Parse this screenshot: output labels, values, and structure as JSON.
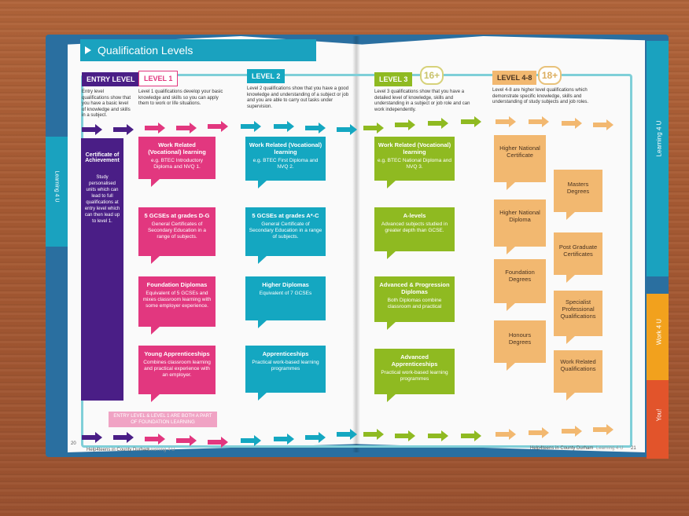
{
  "header": {
    "title": "Qualification Levels"
  },
  "levels": {
    "entry": {
      "label": "ENTRY LEVEL",
      "desc": "Entry level qualifications show that you have a basic level of knowledge and skills in a subject."
    },
    "l1": {
      "label": "LEVEL 1",
      "desc": "Level 1 qualifications develop your basic knowledge and skills so you can apply them to work or life situations."
    },
    "l2": {
      "label": "LEVEL 2",
      "desc": "Level 2 qualifications show that you have a good knowledge and understanding of a subject or job and you are able to carry out tasks under supervision."
    },
    "l3": {
      "label": "LEVEL 3",
      "age": "16+",
      "desc": "Level 3 qualifications show that you have a detailed level of knowledge, skills and understanding in a subject or job role and can work independently."
    },
    "l48": {
      "label": "LEVEL 4-8",
      "age": "18+",
      "desc": "Level 4-8 are higher level qualifications which demonstrate specific knowledge, skills and understanding of study subjects and job roles."
    }
  },
  "entry_col": {
    "title": "Certificate of Achievement",
    "desc": "Study personalised units which can lead to full qualifications at entry level which can then lead up to level 1."
  },
  "level1": [
    {
      "h": "Work Related (Vocational) learning",
      "d": "e.g. BTEC Introductory Diploma and NVQ 1."
    },
    {
      "h": "5 GCSEs at grades D-G",
      "d": "General Certificates of Secondary Education in a range of subjects."
    },
    {
      "h": "Foundation Diplomas",
      "d": "Equivalent of 5 GCSEs and mixes classroom learning with some employer experience."
    },
    {
      "h": "Young Apprenticeships",
      "d": "Combines classroom learning and practical experience with an employer."
    }
  ],
  "level2": [
    {
      "h": "Work Related (Vocational) learning",
      "d": "e.g. BTEC First Diploma and NVQ 2."
    },
    {
      "h": "5 GCSEs at grades A*-C",
      "d": "General Certificate of Secondary Education in a range of subjects."
    },
    {
      "h": "Higher Diplomas",
      "d": "Equivalent of 7 GCSEs"
    },
    {
      "h": "Apprenticeships",
      "d": "Practical work-based learning programmes"
    }
  ],
  "level3": [
    {
      "h": "Work Related (Vocational) learning",
      "d": "e.g. BTEC National Diploma and NVQ 3."
    },
    {
      "h": "A-levels",
      "d": "Advanced subjects studied in greater depth than GCSE."
    },
    {
      "h": "Advanced & Progression Diplomas",
      "d": "Both Diplomas combine classroom and practical"
    },
    {
      "h": "Advanced Apprenticeships",
      "d": "Practical work-based learning programmes"
    }
  ],
  "level48a": [
    "Higher National Certificate",
    "Higher National Diploma",
    "Foundation Degrees",
    "Honours Degrees"
  ],
  "level48b": [
    "Masters Degrees",
    "Post Graduate Certificates",
    "Specialist Professional Qualifications",
    "Work Related Qualifications"
  ],
  "note": "ENTRY LEVEL & LEVEL 1 ARE BOTH A PART OF FOUNDATION LEARNING",
  "tabs": {
    "learning": "Learning 4 U",
    "work": "Work 4 U",
    "you": "You!"
  },
  "left_tab": "Learning 4 U",
  "footer": {
    "left_page": "20",
    "right_page": "21",
    "left_text": "Help4teens in County Durham",
    "left_sub": "Learning 4 U",
    "right_text": "Help4teens in County Durham",
    "right_sub": "Learning 4 U"
  },
  "colors": {
    "entry": "#4a1e86",
    "level1": "#e2377f",
    "level2": "#14a7c1",
    "level3": "#8fba21",
    "level48": "#f2b870"
  }
}
